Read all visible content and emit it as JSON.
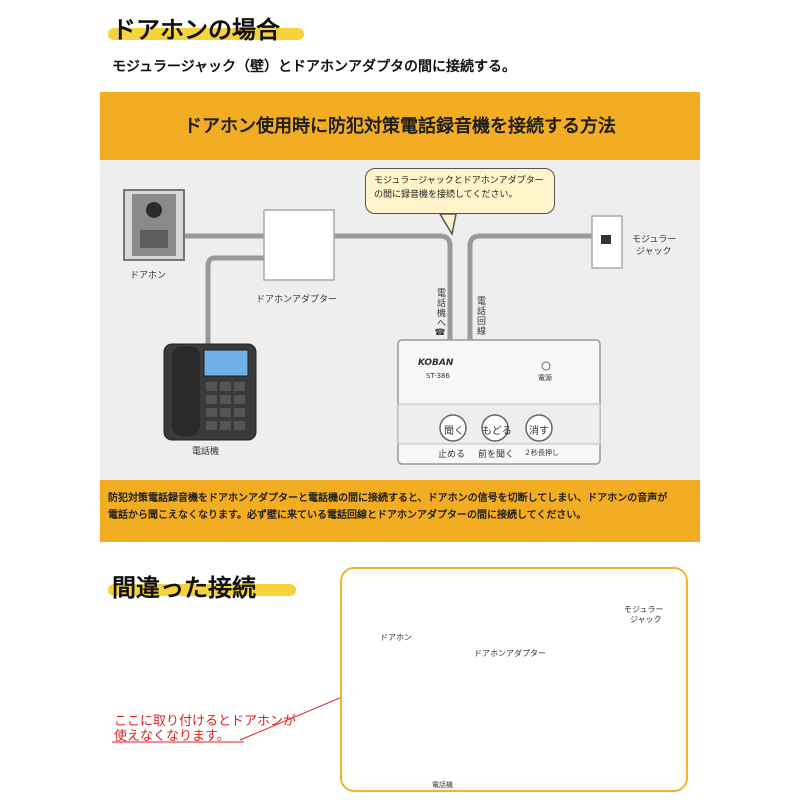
{
  "section1": {
    "heading": "ドアホンの場合",
    "subtitle": "モジュラージャック（壁）とドアホンアダプタの間に接続する。"
  },
  "panel": {
    "title": "ドアホン使用時に防犯対策電話録音機を接続する方法",
    "bubble_line1": "モジュラージャックとドアホンアダプター",
    "bubble_line2": "の間に録音機を接続してください。",
    "labels": {
      "doorphone": "ドアホン",
      "adapter": "ドアホンアダプター",
      "phone": "電話機",
      "modular1": "モジュラー",
      "modular2": "ジャック",
      "to_phone": "電話機へ☎",
      "phone_line": "電話回線"
    },
    "device": {
      "brand": "KOBAN",
      "model": "ST-386",
      "power": "電源",
      "btn_listen": "聞く",
      "btn_back": "もどる",
      "btn_erase": "消す",
      "cap_stop": "止める",
      "cap_prev": "前を聞く",
      "cap_hold": "２秒長押し"
    },
    "note_line1": "防犯対策電話録音機をドアホンアダプターと電話機の間に接続すると、ドアホンの信号を切断してしまい、ドアホンの音声が",
    "note_line2": "電話から聞こえなくなります。必ず壁に来ている電話回線とドアホンアダプターの間に接続してください。"
  },
  "section2": {
    "heading": "間違った接続",
    "labels": {
      "doorphone": "ドアホン",
      "adapter": "ドアホンアダプター",
      "modular1": "モジュラー",
      "modular2": "ジャック",
      "phone": "電話機"
    },
    "warning_line1": "ここに取り付けるとドアホンが",
    "warning_line2": "使えなくなります。"
  },
  "colors": {
    "accent": "#f3ad22",
    "highlight": "#f7d33b",
    "warning": "#e02020",
    "cross": "#f0a020"
  }
}
